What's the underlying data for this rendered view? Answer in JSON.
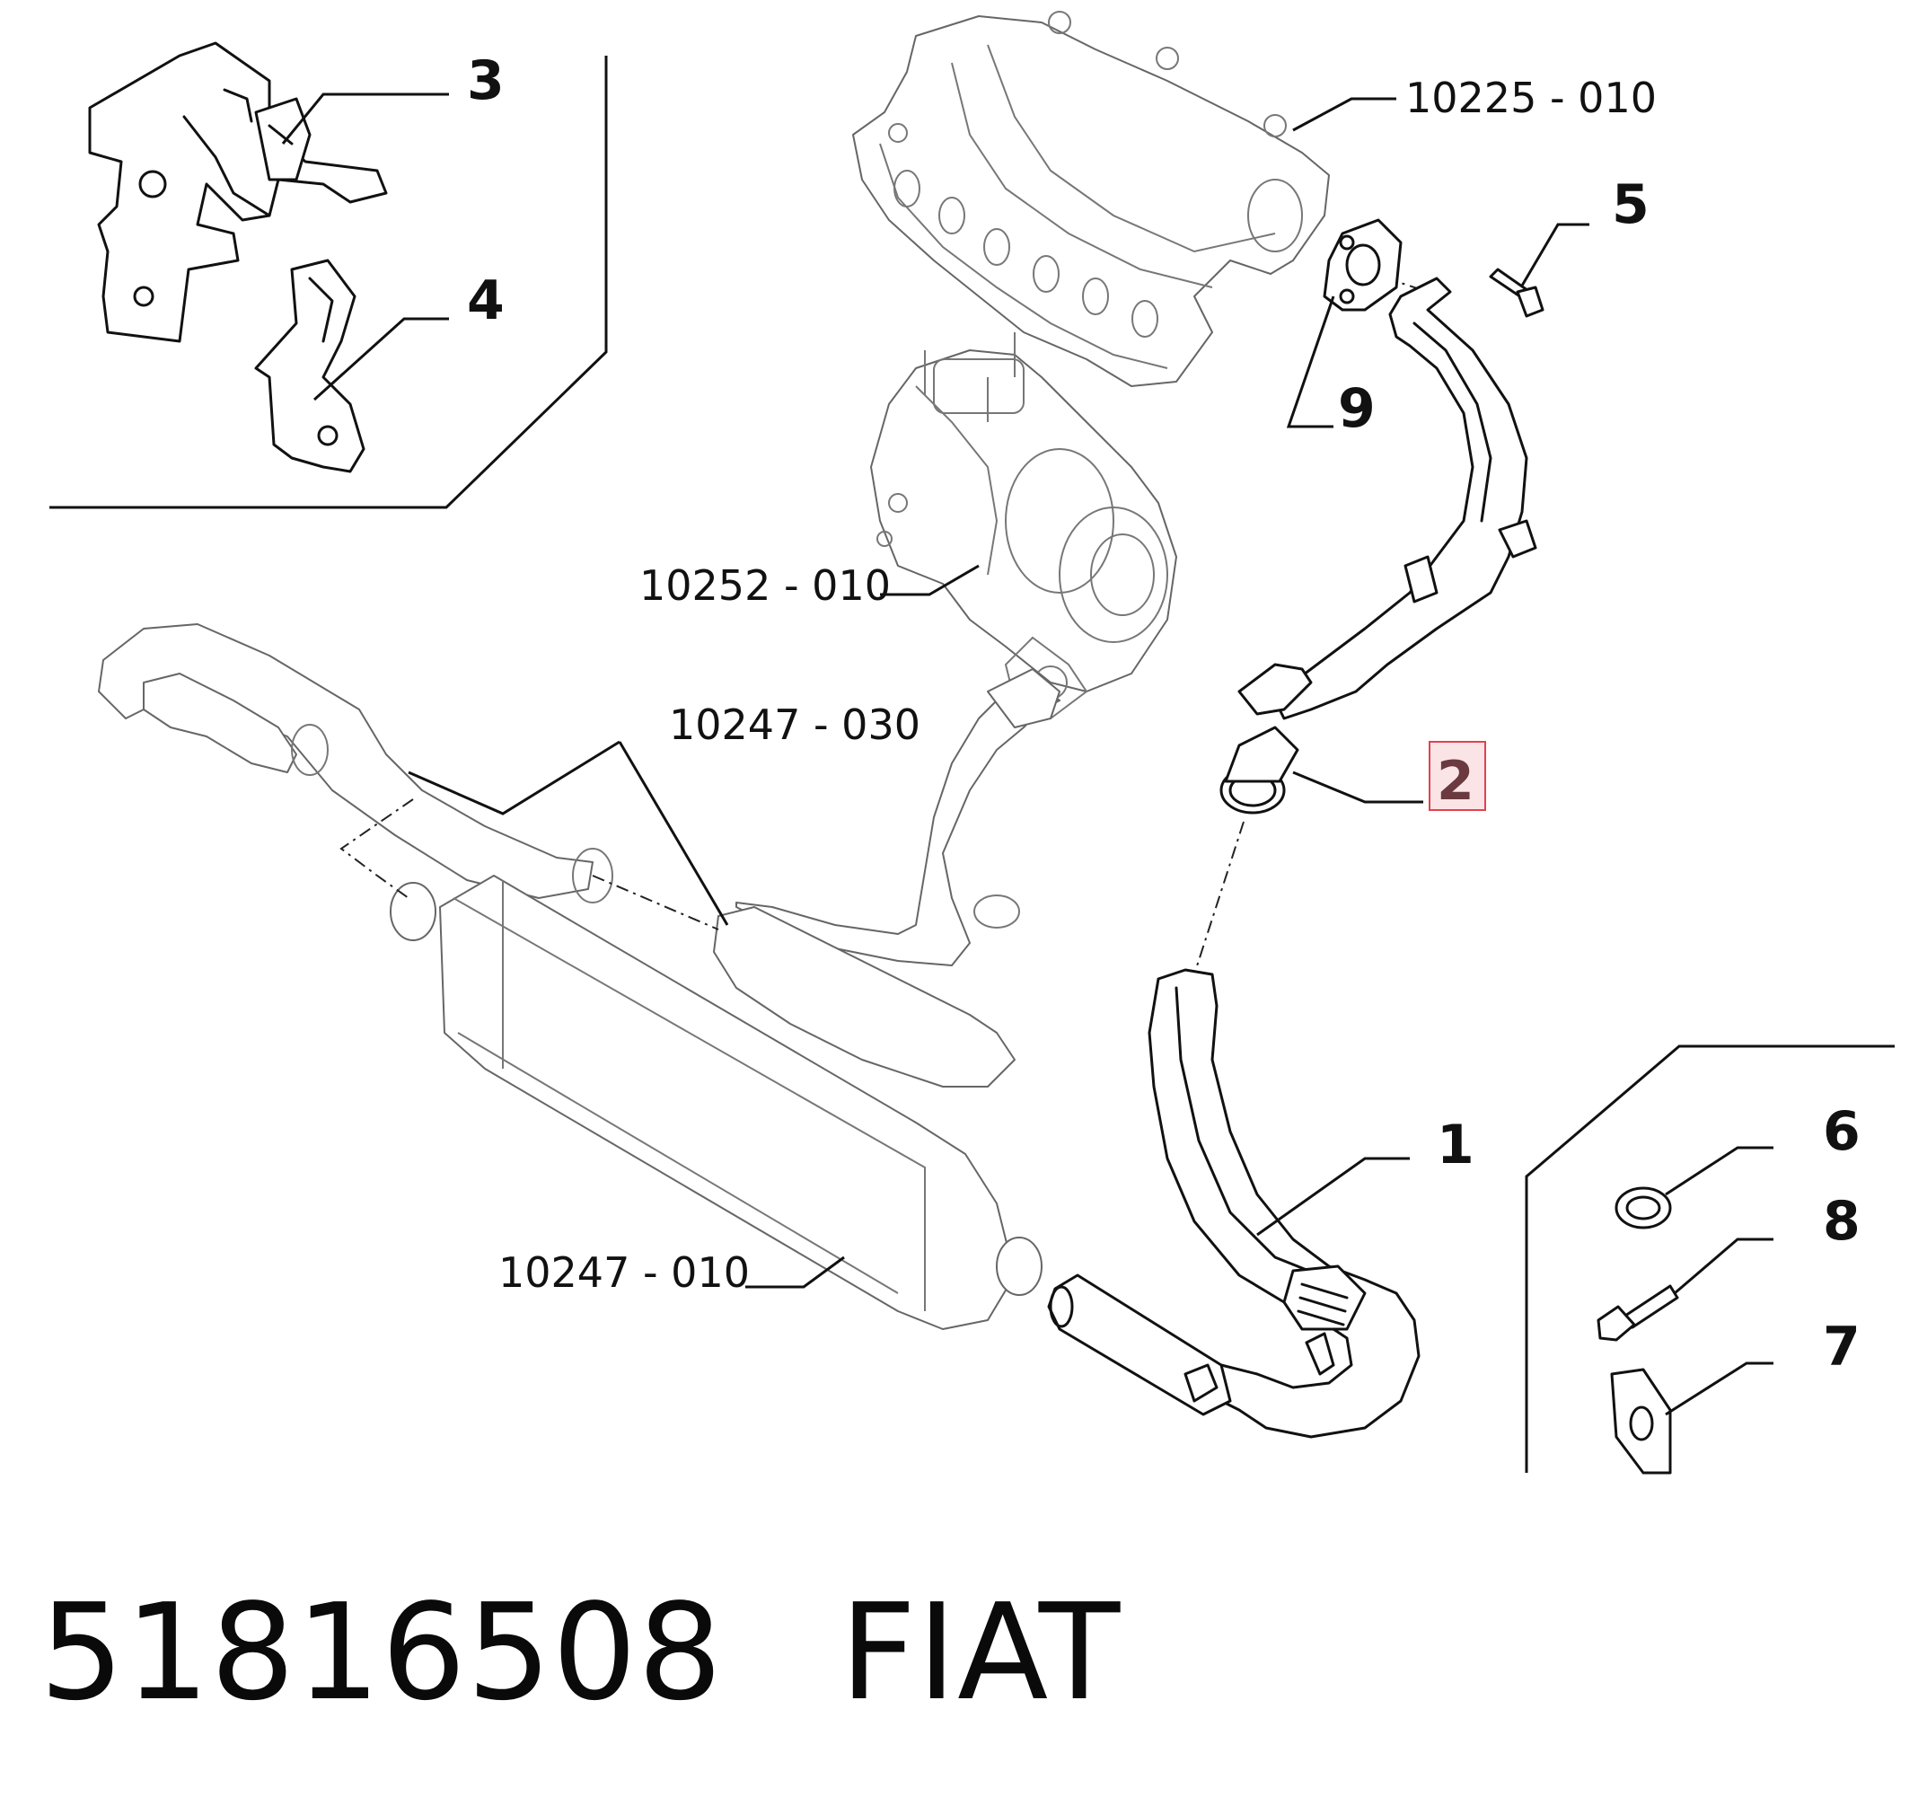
{
  "diagram": {
    "callouts": [
      {
        "id": "c3",
        "label": "3"
      },
      {
        "id": "c4",
        "label": "4"
      },
      {
        "id": "c5",
        "label": "5"
      },
      {
        "id": "c9",
        "label": "9"
      },
      {
        "id": "c2",
        "label": "2",
        "selected": true
      },
      {
        "id": "c1",
        "label": "1"
      },
      {
        "id": "c6",
        "label": "6"
      },
      {
        "id": "c8",
        "label": "8"
      },
      {
        "id": "c7",
        "label": "7"
      }
    ],
    "references": [
      {
        "id": "r1",
        "label": "10225 - 010"
      },
      {
        "id": "r2",
        "label": "10252 - 010"
      },
      {
        "id": "r3",
        "label": "10247 - 030"
      },
      {
        "id": "r4",
        "label": "10247 - 010"
      }
    ],
    "highlight": {
      "border_color": "#e4414f",
      "fill_color": "#fbe4e6",
      "text_color": "#6a3a40"
    }
  },
  "caption": {
    "part_number": "51816508",
    "brand": "FIAT"
  }
}
